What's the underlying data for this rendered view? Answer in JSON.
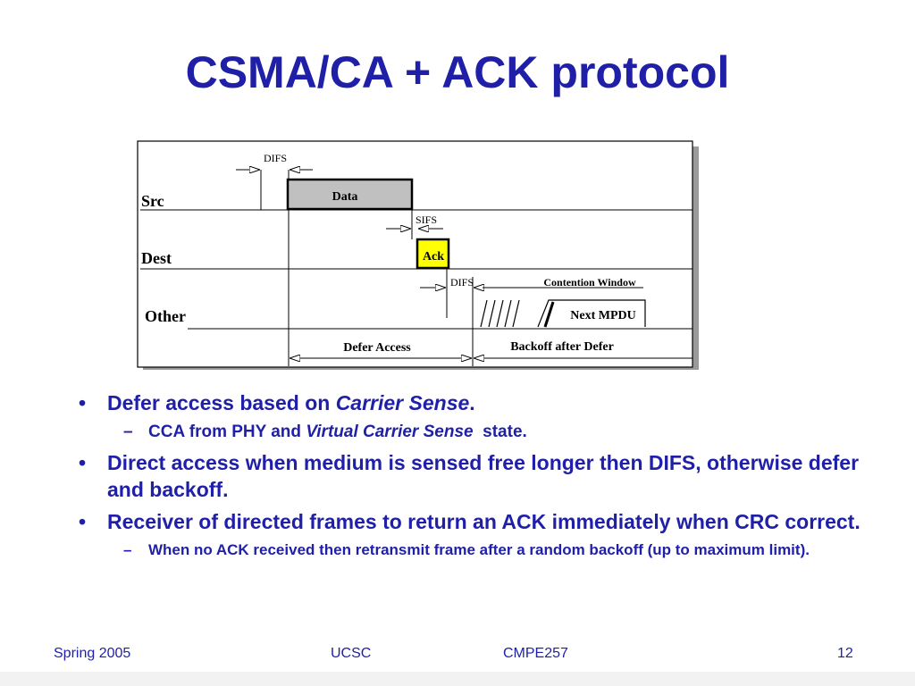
{
  "slide": {
    "title": "CSMA/CA + ACK protocol"
  },
  "diagram": {
    "rows": {
      "src": "Src",
      "dest": "Dest",
      "other": "Other"
    },
    "frames": {
      "data": "Data",
      "ack": "Ack",
      "next": "Next MPDU"
    },
    "intervals": {
      "difs_top": "DIFS",
      "sifs": "SIFS",
      "difs_other": "DIFS",
      "contention": "Contention Window",
      "defer": "Defer Access",
      "backoff": "Backoff after Defer"
    },
    "colors": {
      "data_fill": "#c0c0c0",
      "ack_fill": "#ffff00",
      "box_shadow": "#9a9a9a"
    }
  },
  "bullets": [
    {
      "pre": "Defer access based on ",
      "em": "Carrier Sense",
      "post": ".",
      "sub": [
        {
          "pre": "CCA from PHY and ",
          "em": "Virtual Carrier Sense",
          "post": "  state."
        }
      ]
    },
    {
      "text": "Direct access when medium is sensed free longer then DIFS, otherwise defer and backoff."
    },
    {
      "text": "Receiver of directed frames to return an ACK immediately when CRC correct.",
      "sub": [
        {
          "text": "When no ACK received then retransmit frame after a random backoff (up to maximum limit)."
        }
      ]
    }
  ],
  "markers": {
    "bullet": "•",
    "dash": "–"
  },
  "footer": {
    "left": "Spring 2005",
    "center1": "UCSC",
    "center2": "CMPE257",
    "page": "12"
  }
}
